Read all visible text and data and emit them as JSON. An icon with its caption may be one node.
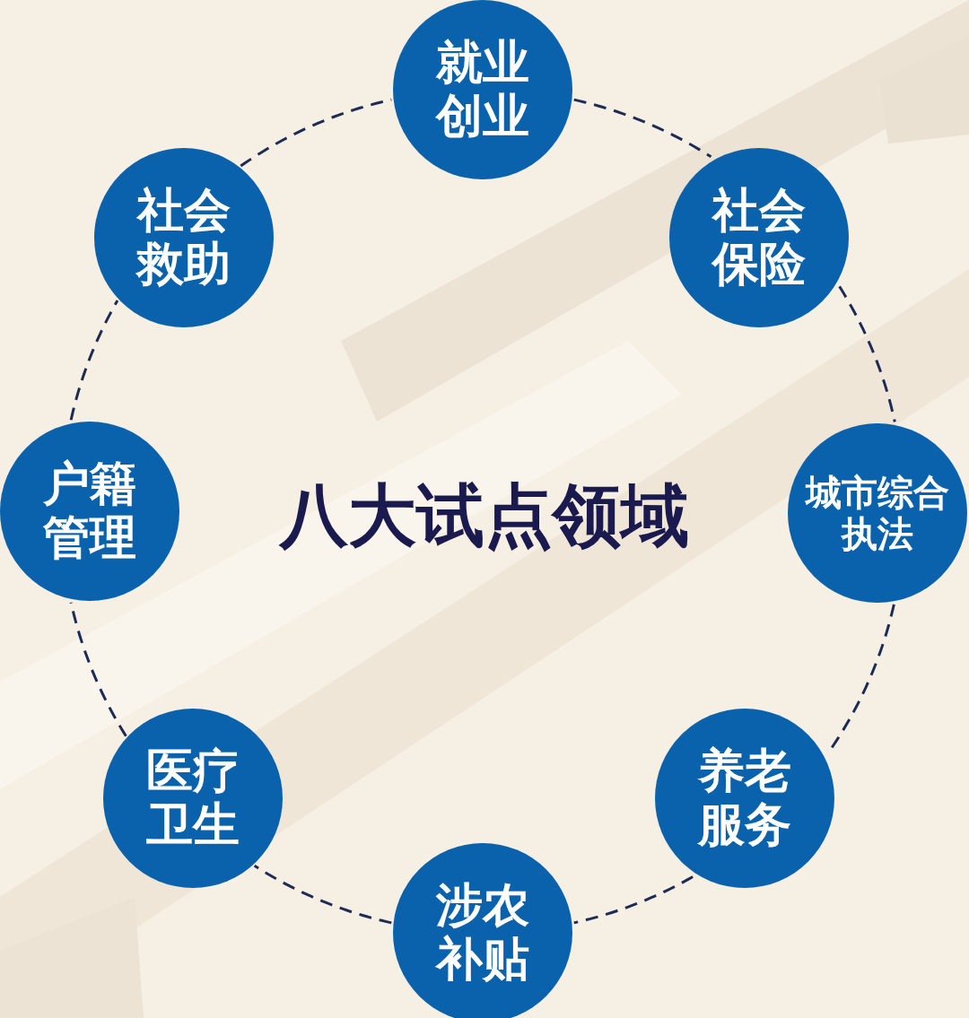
{
  "diagram": {
    "nodes": [
      {
        "text": [
          "就业创业"
        ]
      },
      {
        "text": [
          "社会保险"
        ]
      },
      {
        "text": [
          "城市综合执法"
        ]
      },
      {
        "text": [
          "养老服务"
        ]
      },
      {
        "text": [
          "涉农补贴"
        ]
      },
      {
        "text": [
          "医疗卫生"
        ]
      },
      {
        "text": [
          "户籍管理"
        ]
      },
      {
        "text": [
          "社会救助"
        ]
      }
    ],
    "edges": [
      {
        "from": 0,
        "to": 1,
        "arrow": "none",
        "style": "dashed"
      },
      {
        "from": 1,
        "to": 2,
        "arrow": "none",
        "style": "dashed"
      },
      {
        "from": 2,
        "to": 3,
        "arrow": "none",
        "style": "dashed"
      },
      {
        "from": 3,
        "to": 4,
        "arrow": "none",
        "style": "dashed"
      },
      {
        "from": 4,
        "to": 5,
        "arrow": "none",
        "style": "dashed"
      },
      {
        "from": 5,
        "to": 6,
        "arrow": "none",
        "style": "dashed"
      },
      {
        "from": 6,
        "to": 7,
        "arrow": "none",
        "style": "dashed"
      },
      {
        "from": 7,
        "to": 0,
        "arrow": "none",
        "style": "dashed"
      }
    ],
    "labels": [
      "八大试点领域"
    ]
  }
}
